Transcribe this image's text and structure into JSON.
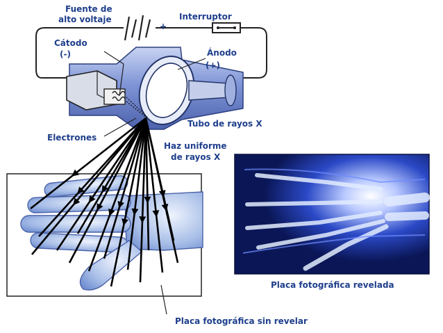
{
  "labels": {
    "source_line1": "Fuente de",
    "source_line2": "alto voltaje",
    "switch": "Interruptor",
    "plus_sign": "+",
    "cathode": "Cátodo",
    "cathode_sign": "(-)",
    "anode": "Ánodo",
    "anode_sign": "(+)",
    "electrons": "Electrones",
    "tube": "Tubo de rayos X",
    "beam_line1": "Haz uniforme",
    "beam_line2": "de rayos X",
    "developed_plate": "Placa fotográfica revelada",
    "undeveloped_plate": "Placa fotográfica sin revelar"
  },
  "colors": {
    "label_text": "#1f3f8c",
    "tube_body": "#8fa0d8",
    "hand_blue": "#7f9ed8",
    "xray_film": "#0b1c63"
  }
}
